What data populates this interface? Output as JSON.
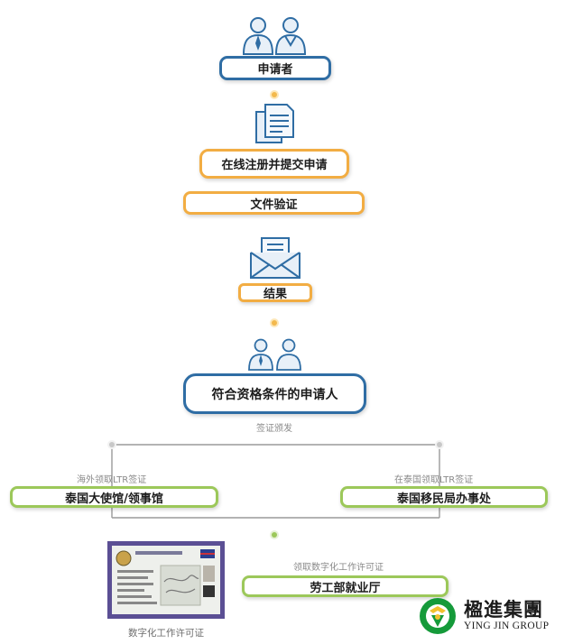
{
  "nodes": {
    "applicant": "申请者",
    "online_register": "在线注册并提交申请",
    "document_verification": "文件验证",
    "result": "结果",
    "qualified_applicant": "符合资格条件的申请人",
    "thai_embassy": "泰国大使馆/领事馆",
    "thai_immigration": "泰国移民局办事处",
    "labor_department": "劳工部就业厅"
  },
  "labels": {
    "visa_issuance": "签证颁发",
    "overseas_ltr": "海外领取LTR签证",
    "in_thailand_ltr": "在泰国领取LTR签证",
    "get_digital_permit": "领取数字化工作许可证",
    "digital_permit_caption": "数字化工作许可证"
  },
  "logo": {
    "name_cn": "楹進集團",
    "name_en": "YING JIN GROUP"
  },
  "colors": {
    "blue": "#2f6da4",
    "orange": "#f2ad43",
    "green": "#9cc85a",
    "connector_dot": "#f3b94d",
    "line_gray": "#9a9a9a",
    "logo_green": "#159a3a",
    "permit_purple": "#5b4f94"
  },
  "icons": [
    "people-icon",
    "document-icon",
    "envelope-icon",
    "people-icon",
    "work-permit-image",
    "ying-jin-logo"
  ]
}
